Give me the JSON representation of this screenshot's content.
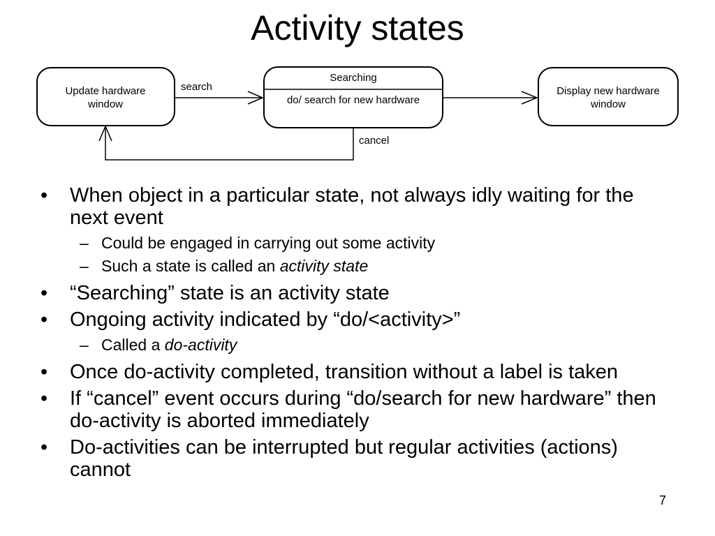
{
  "slide": {
    "title": "Activity states",
    "page_number": "7"
  },
  "diagram": {
    "states": [
      {
        "id": "update",
        "lines": [
          "Update hardware",
          "window"
        ]
      },
      {
        "id": "searching",
        "name": "Searching",
        "activity": "do/ search for new hardware"
      },
      {
        "id": "display",
        "lines": [
          "Display new hardware",
          "window"
        ]
      }
    ],
    "transitions": [
      {
        "from": "update",
        "to": "searching",
        "label": "search"
      },
      {
        "from": "searching",
        "to": "display",
        "label": ""
      },
      {
        "from": "searching",
        "to": "update",
        "label": "cancel"
      }
    ]
  },
  "bullets": [
    {
      "text": "When object in a particular state, not always idly waiting for the next event",
      "sub": [
        {
          "text": "Could be engaged in carrying out some activity",
          "emph": ""
        },
        {
          "text": "Such a state is called an ",
          "emph": "activity state"
        }
      ]
    },
    {
      "text": "“Searching” state is an activity state",
      "sub": []
    },
    {
      "text": "Ongoing activity indicated by “do/<activity>”",
      "sub": [
        {
          "text": "Called a ",
          "emph": "do-activity"
        }
      ]
    },
    {
      "text": "Once do-activity completed, transition without a label is taken",
      "sub": []
    },
    {
      "text": "If “cancel” event occurs during “do/search for new hardware” then do-activity is aborted immediately",
      "sub": []
    },
    {
      "text": "Do-activities can be interrupted but regular activities (actions) cannot",
      "sub": []
    }
  ],
  "marks": {
    "bullet": "•",
    "dash": "–"
  }
}
